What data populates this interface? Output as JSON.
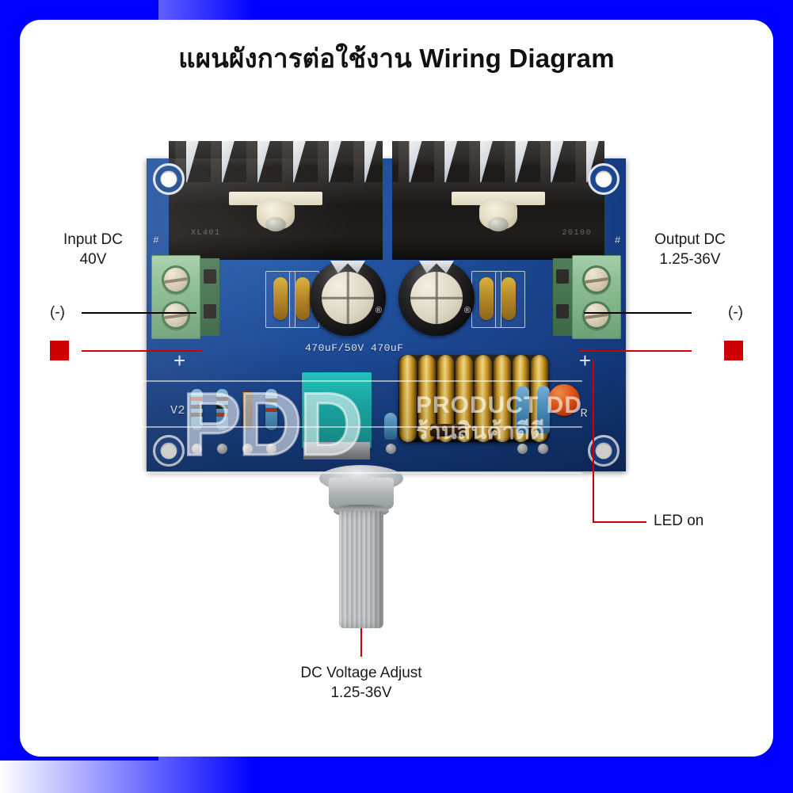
{
  "title": "แผนผังการต่อใช้งาน Wiring Diagram",
  "frame": {
    "color": "#0000ff"
  },
  "labels": {
    "input": {
      "line1": "Input DC",
      "line2": "40V"
    },
    "input_neg": "(-)",
    "input_pos": "(+)",
    "output": {
      "line1": "Output DC",
      "line2": "1.25-36V"
    },
    "output_neg": "(-)",
    "output_pos": "(+)",
    "led": "LED on",
    "adjust": {
      "line1": "DC Voltage Adjust",
      "line2": "1.25-36V"
    }
  },
  "colors": {
    "negative_wire": "#000000",
    "positive_wire": "#cc0000",
    "pcb": "#1d4a95",
    "terminal_block": "#8fc095",
    "inductor": "#d7a32c",
    "potentiometer": "#1cb6b2",
    "led": "#f4601b"
  },
  "board": {
    "silkscreen": {
      "regulator_left": "XL401",
      "regulator_right": "20100",
      "capacitors": "470uF/50V 470uF",
      "version": "V2",
      "led_designator": "R",
      "plus_left": "+",
      "plus_right": "+",
      "cap_mark_left": "®",
      "cap_mark_right": "®"
    },
    "components": {
      "heatsinks": 2,
      "electrolytic_caps": 2,
      "mounting_holes": 4
    }
  },
  "watermark": {
    "logo": "PDD",
    "line1": "PRODUCT DD",
    "line2": "ร้านสินค้าดีดี"
  }
}
